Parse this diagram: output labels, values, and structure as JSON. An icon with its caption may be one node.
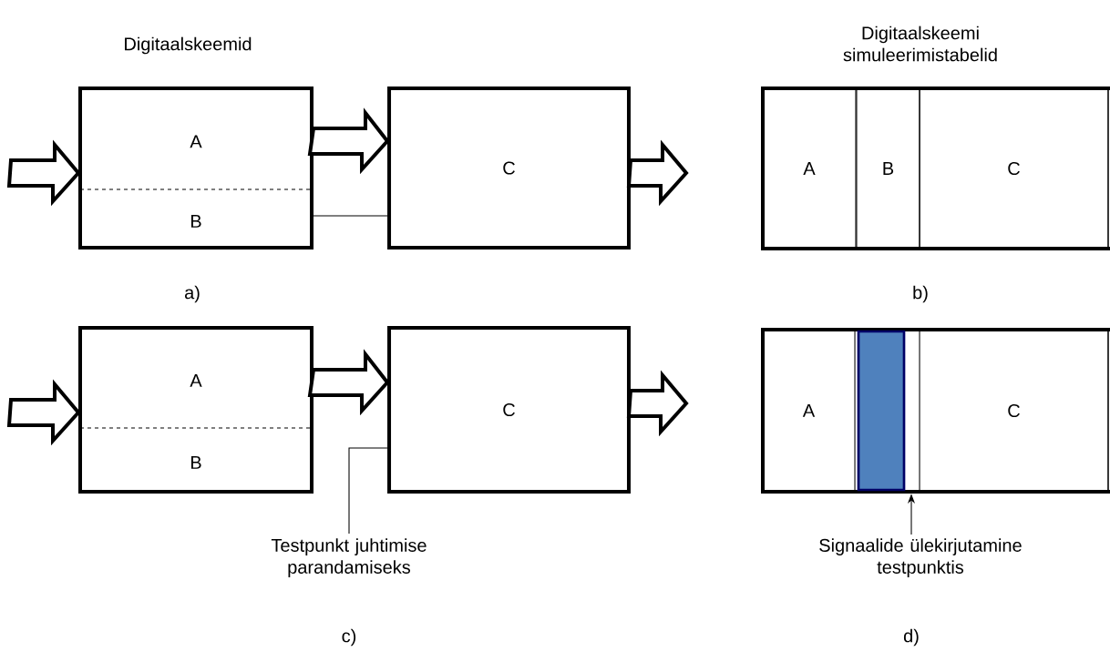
{
  "diagram": {
    "nodes": [
      {
        "text": [
          "A",
          "B"
        ]
      },
      {
        "text": [
          "C"
        ]
      },
      {
        "text": [],
        "shape": "box"
      },
      {
        "text": [
          "A"
        ],
        "in": 2
      },
      {
        "text": [
          "B"
        ],
        "in": 2
      },
      {
        "text": [
          "C"
        ],
        "in": 2
      },
      {
        "text": [
          "A",
          "B"
        ]
      },
      {
        "text": [
          "C"
        ]
      },
      {
        "text": [
          "Testpunkt juhtimise parandamiseks"
        ]
      },
      {
        "text": [],
        "shape": "box"
      },
      {
        "text": [
          "A"
        ],
        "in": 9
      },
      {
        "text": [],
        "shape": "bar",
        "in": 9
      },
      {
        "text": [
          "C"
        ],
        "in": 9
      },
      {
        "text": [
          "Signaalide ülekirjutamine testpunktis"
        ]
      }
    ],
    "edges": [
      {
        "from": null,
        "to": 0,
        "arrow": "to"
      },
      {
        "from": 0,
        "to": 1,
        "arrow": "to"
      },
      {
        "from": 0,
        "to": 1,
        "arrow": "none"
      },
      {
        "from": 1,
        "to": null,
        "arrow": "to"
      },
      {
        "from": null,
        "to": 6,
        "arrow": "to"
      },
      {
        "from": 6,
        "to": 7,
        "arrow": "to"
      },
      {
        "from": 7,
        "to": null,
        "arrow": "to"
      },
      {
        "from": 8,
        "to": 7,
        "arrow": "none"
      },
      {
        "from": 13,
        "to": 9,
        "arrow": "to"
      }
    ],
    "labels": [
      "Digitaalskeemid",
      "Digitaalskeemi simuleerimistabelid",
      "a)",
      "b)",
      "c)",
      "d)"
    ]
  }
}
